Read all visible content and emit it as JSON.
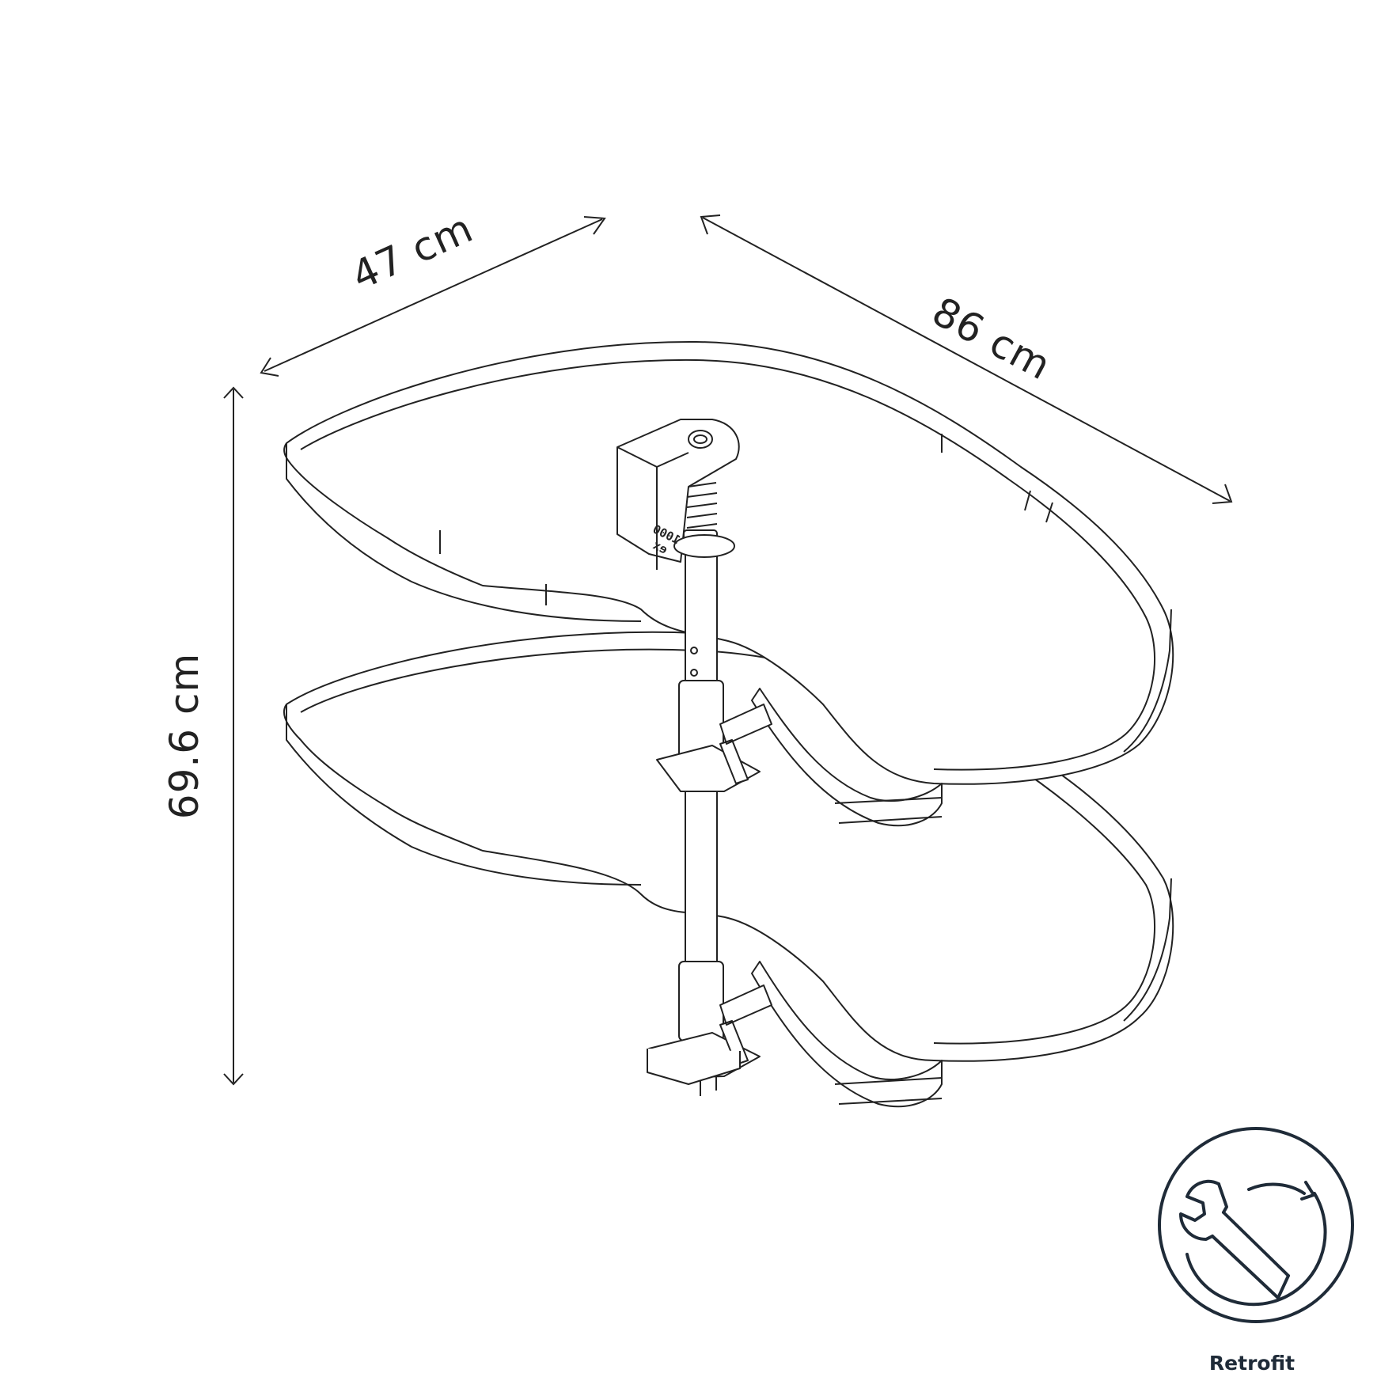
{
  "dimensions": {
    "depth": "47 cm",
    "width": "86 cm",
    "height": "69.6 cm"
  },
  "part_marking": {
    "line1": "1000",
    "line2": "ex"
  },
  "badge": {
    "label": "Retrofit",
    "icon": "wrench-rotate-icon",
    "color": "#1f2b38"
  }
}
